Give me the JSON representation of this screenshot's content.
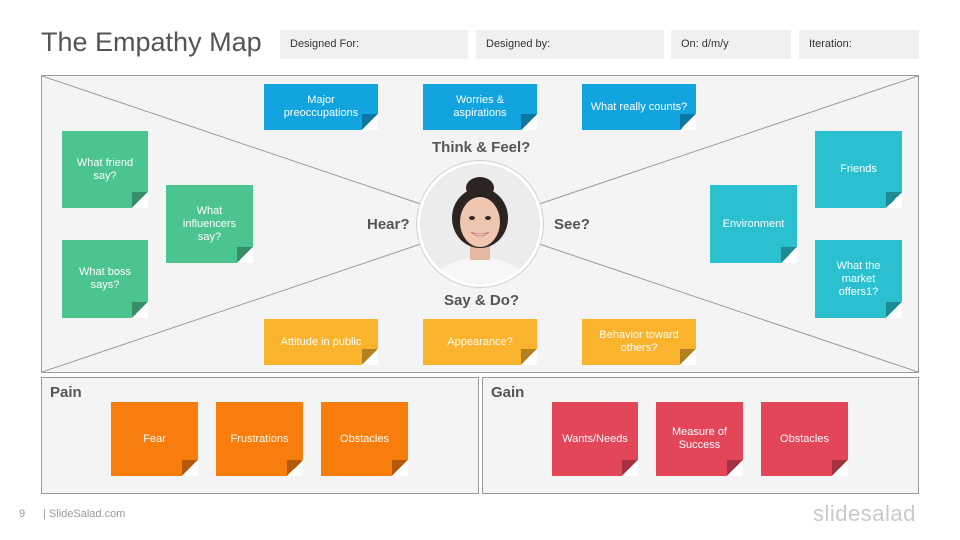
{
  "header": {
    "title": "The Empathy Map",
    "fields": {
      "designed_for": "Designed For:",
      "designed_by": "Designed by:",
      "on_date": "On: d/m/y",
      "iteration": "Iteration:"
    }
  },
  "map": {
    "think_feel": {
      "label": "Think & Feel?",
      "notes": [
        "Major preoccupations",
        "Worries & aspirations",
        "What really counts?"
      ]
    },
    "hear": {
      "label": "Hear?",
      "notes": [
        "What friend say?",
        "What influencers say?",
        "What boss says?"
      ]
    },
    "see": {
      "label": "See?",
      "notes": [
        "Friends",
        "Environment",
        "What the market offers1?"
      ]
    },
    "say_do": {
      "label": "Say & Do?",
      "notes": [
        "Attitude in public",
        "Appearance?",
        "Behavior toward others?"
      ]
    }
  },
  "pain": {
    "title": "Pain",
    "notes": [
      "Fear",
      "Frustrations",
      "Obstacles"
    ]
  },
  "gain": {
    "title": "Gain",
    "notes": [
      "Wants/Needs",
      "Measure of Success",
      "Obstacles"
    ]
  },
  "footer": {
    "page_number": "9",
    "site": "| SlideSalad.com",
    "brand": "slidesalad"
  },
  "colors": {
    "think_feel": "#12a4df",
    "hear": "#4cc490",
    "see": "#2bc0cf",
    "say_do": "#fab32c",
    "pain": "#f97d0c",
    "gain": "#e34559"
  }
}
